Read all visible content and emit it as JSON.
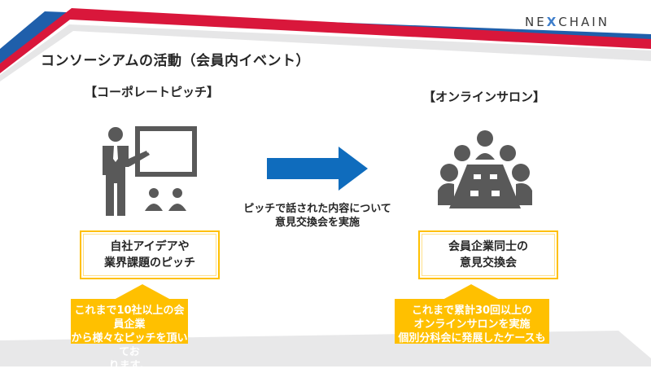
{
  "slide": {
    "title": "コンソーシアムの活動（会員内イベント）",
    "logo": {
      "prefix": "NE",
      "mark": "X",
      "suffix": "CHAIN"
    },
    "colors": {
      "stripe_blue": "#1f5fab",
      "stripe_red": "#d9173b",
      "stripe_gray": "#e6e6e7",
      "accent_yellow": "#ffc000",
      "arrow_blue": "#0f6cbd",
      "icon_gray": "#595959"
    }
  },
  "left": {
    "section_label": "【コーポレートピッチ】",
    "icon": "presentation-icon",
    "box_lines": [
      "自社アイデアや",
      "業界課題のピッチ"
    ],
    "callout_lines": [
      "これまで10社以上の会員企業",
      "から様々なピッチを頂いてお",
      "ります。"
    ]
  },
  "center": {
    "icon": "arrow-right-icon",
    "text_lines": [
      "ピッチで話された内容について",
      "意見交換会を実施"
    ]
  },
  "right": {
    "section_label": "【オンラインサロン】",
    "icon": "meeting-table-icon",
    "box_lines": [
      "会員企業同士の",
      "意見交換会"
    ],
    "callout_lines": [
      "これまで累計30回以上の",
      "オンラインサロンを実施",
      "個別分科会に発展したケースも"
    ]
  }
}
